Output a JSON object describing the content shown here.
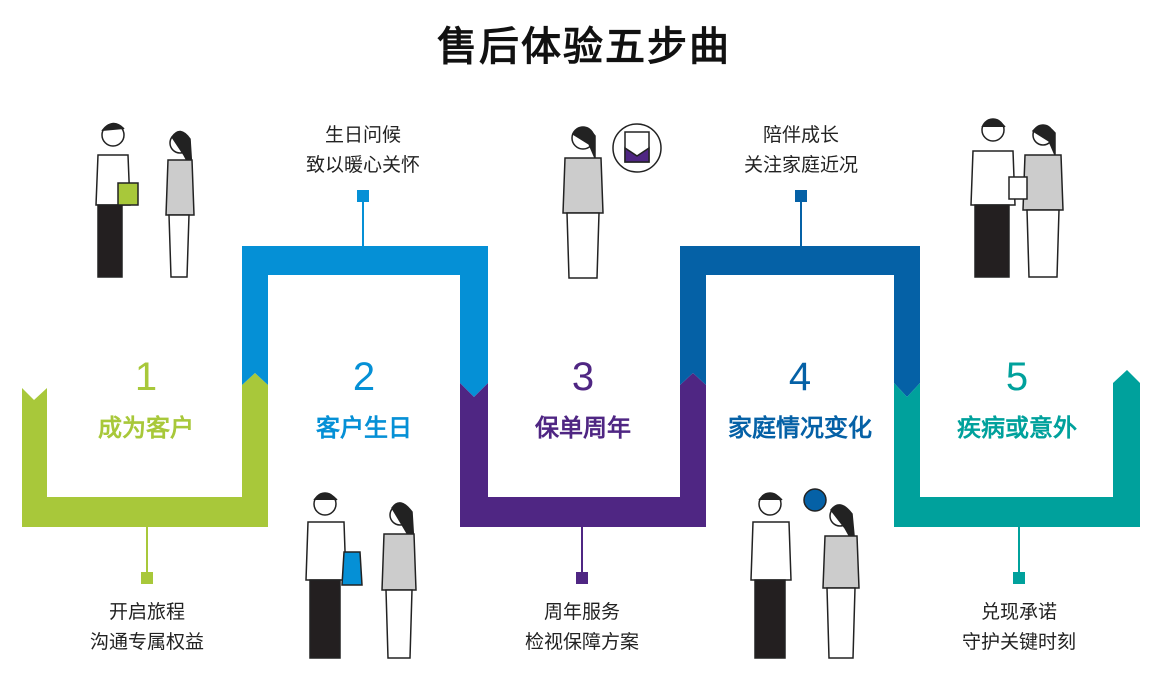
{
  "title": "售后体验五步曲",
  "colors": {
    "step1": "#a8c83a",
    "step2": "#0590d6",
    "step3": "#4f2683",
    "step4": "#0561a6",
    "step5": "#00a19c"
  },
  "steps": [
    {
      "number": "1",
      "name": "成为客户",
      "desc_line1": "开启旅程",
      "desc_line2": "沟通专属权益"
    },
    {
      "number": "2",
      "name": "客户生日",
      "desc_line1": "生日问候",
      "desc_line2": "致以暖心关怀"
    },
    {
      "number": "3",
      "name": "保单周年",
      "desc_line1": "周年服务",
      "desc_line2": "检视保障方案"
    },
    {
      "number": "4",
      "name": "家庭情况变化",
      "desc_line1": "陪伴成长",
      "desc_line2": "关注家庭近况"
    },
    {
      "number": "5",
      "name": "疾病或意外",
      "desc_line1": "兑现承诺",
      "desc_line2": "守护关键时刻"
    }
  ]
}
